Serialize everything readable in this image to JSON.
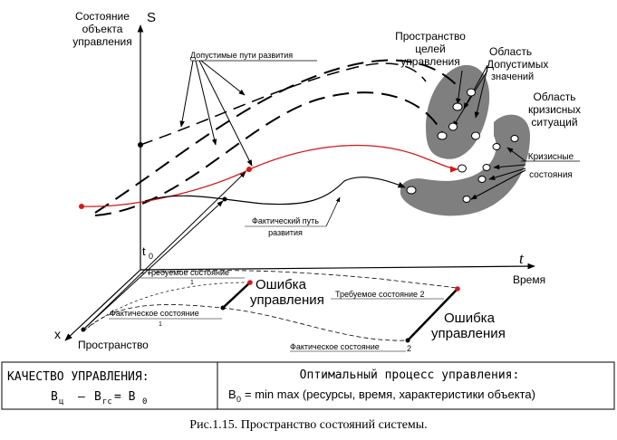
{
  "axes": {
    "s_axis_label": "Состояние",
    "s_axis_label_2": "объекта",
    "s_axis_label_3": "управления",
    "s_symbol": "S",
    "t_symbol": "t",
    "time_label": "Время",
    "x_symbol": "x",
    "space_label": "Пространство",
    "t0_symbol": "t",
    "t0_sub": "0"
  },
  "labels": {
    "goal_space": "Пространство",
    "goal_space_2": "целей",
    "goal_space_3": "управления",
    "admissible": "Область",
    "admissible_2": "Допустимых",
    "admissible_3": "значений",
    "crisis_region": "Область",
    "crisis_region_2": "кризисных",
    "crisis_region_3": "ситуаций",
    "crisis_states": "Кризисные",
    "crisis_states_2": "состояния",
    "allowed_paths": "Допустимые пути развития",
    "actual_path": "Фактический путь",
    "actual_path_2": "развития",
    "required_state_1": "Требуемое состояние",
    "required_state_1_num": "1",
    "control_error_1": "Ошибка",
    "control_error_1b": "управления",
    "actual_state_1": "Фактическое состояние",
    "actual_state_1_num": "1",
    "required_state_2": "Требуемое состояние 2",
    "control_error_2": "Ошибка",
    "control_error_2b": "управления",
    "actual_state_2": "Фактическое состояние",
    "actual_state_2_num": "2"
  },
  "bottom_box": {
    "quality_title": "КАЧЕСТВО УПРАВЛЕНИЯ:",
    "quality_formula_b": "В",
    "quality_formula_sub1": "ц",
    "quality_formula_minus": "–",
    "quality_formula_b2": "В",
    "quality_formula_sub2": "гс",
    "quality_formula_eq": "= В",
    "quality_formula_sub3": "0",
    "optimal_title": "Оптимальный процесс управления:",
    "optimal_formula_b": "В",
    "optimal_formula_sub": "0",
    "optimal_formula_rest": "= min max (ресурсы, время, характеристики объекта)"
  },
  "caption": "Рис.1.15. Пространство состояний системы.",
  "colors": {
    "red_path": "#d11a1a",
    "region_fill": "#7f7f7f",
    "ink": "#000000"
  }
}
